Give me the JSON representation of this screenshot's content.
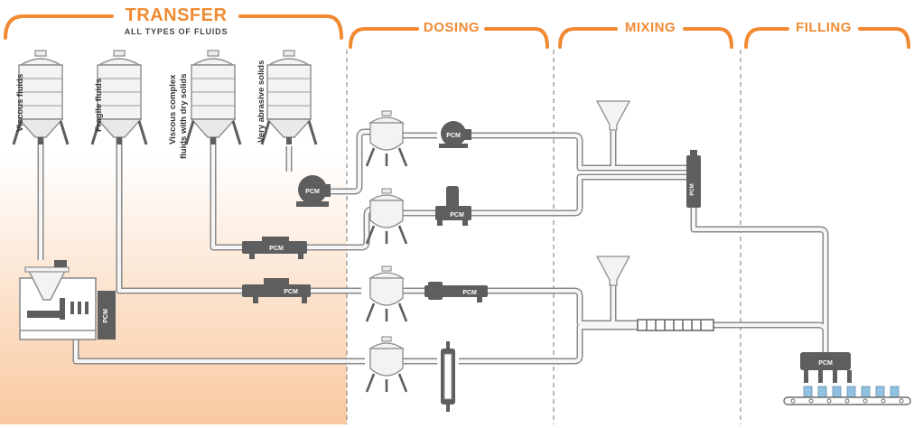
{
  "sections": {
    "transfer": {
      "title": "TRANSFER",
      "subtitle": "ALL TYPES OF FLUIDS"
    },
    "dosing": {
      "title": "DOSING"
    },
    "mixing": {
      "title": "MIXING"
    },
    "filling": {
      "title": "FILLING"
    }
  },
  "tanks": [
    {
      "label": "Viscous fluids"
    },
    {
      "label": "Fragile fluids"
    },
    {
      "label": "Viscous complex",
      "label2": "fluids with dry solids"
    },
    {
      "label": "Very abrasive solids"
    }
  ],
  "brand": "PCM",
  "colors": {
    "accent": "#f08a32",
    "equipment": "#5e5e5e",
    "tank_fill": "#f2f2f2",
    "pipe": "#8a8a8a",
    "transfer_bg": "#fce3cd"
  }
}
